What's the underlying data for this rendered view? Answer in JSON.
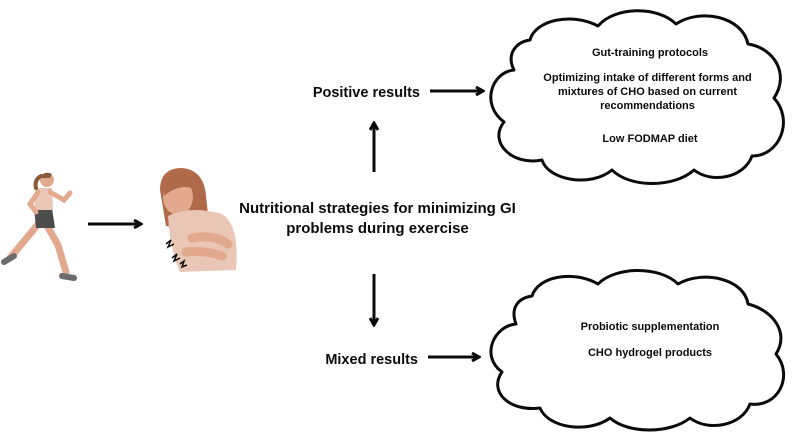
{
  "center_text": "Nutritional strategies for minimizing GI problems during exercise",
  "positive": {
    "label": "Positive results",
    "items": [
      "Gut-training protocols",
      "Optimizing intake of different forms and mixtures of CHO based on current recommendations",
      "Low FODMAP diet"
    ]
  },
  "mixed": {
    "label": "Mixed results",
    "items": [
      "Probiotic supplementation",
      "CHO hydrogel products"
    ]
  },
  "colors": {
    "stroke": "#0b0b0b",
    "skin": "#e2a98f",
    "hair_runner": "#8a5a3c",
    "hair_person": "#b06a4a",
    "shirt": "#e9c6b6",
    "shorts": "#4c4c4c",
    "shoes": "#6b6b6b"
  }
}
